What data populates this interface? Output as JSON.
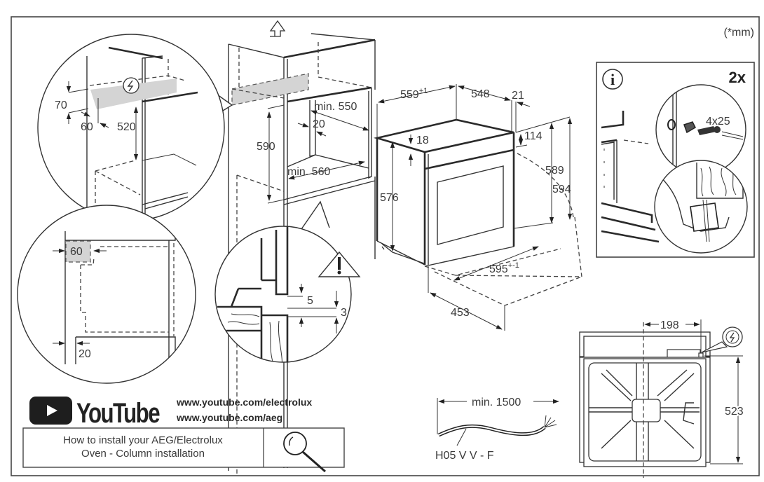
{
  "units_note": "(*mm)",
  "zoom_upper": {
    "dim_height": "70",
    "dim_depth": "60",
    "dim_from_bottom": "520"
  },
  "zoom_lower": {
    "dim_depth": "60",
    "dim_gap": "20"
  },
  "cabinet": {
    "dim_height": "590",
    "dim_depth": "min. 550",
    "dim_gap": "20",
    "dim_width": "min. 560"
  },
  "oven": {
    "dim_width_top": "559",
    "dim_width_top_tol": "+1",
    "dim_depth": "548",
    "dim_front": "21",
    "dim_panel": "114",
    "dim_top": "18",
    "dim_side_height": "576",
    "dim_height_inner": "589",
    "dim_height_outer": "594",
    "dim_width_bottom": "595",
    "dim_width_bottom_tol": "+-1",
    "dim_bottom_depth": "453"
  },
  "detail_zoom": {
    "dim_gap_a": "5",
    "dim_gap_b": "3",
    "warning_icon": "warning-triangle"
  },
  "screw_panel": {
    "info_icon": "i",
    "quantity": "2x",
    "screw_size": "4x25"
  },
  "youtube": {
    "logo_text": "YouTube",
    "url_1": "www.youtube.com/electrolux",
    "url_2": "www.youtube.com/aeg",
    "search_text_line1": "How to install your AEG/Electrolux",
    "search_text_line2": "Oven - Column installation",
    "search_icon": "magnifier"
  },
  "cable": {
    "dim_length": "min. 1500",
    "cable_type": "H05 V V - F"
  },
  "back_view": {
    "dim_offset": "198",
    "dim_height": "523"
  },
  "icons": {
    "up_arrow": "up-arrow",
    "power": "lightning"
  }
}
